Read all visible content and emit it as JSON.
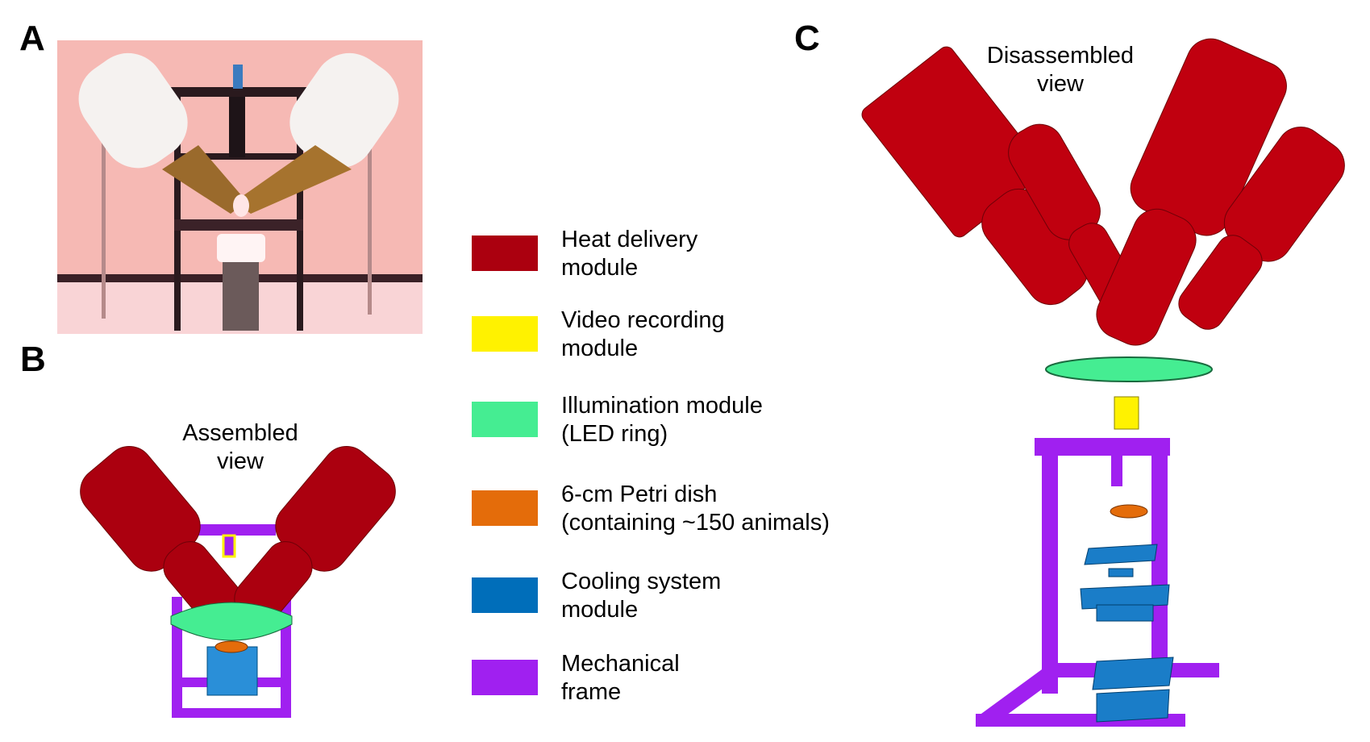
{
  "figure": {
    "panels": {
      "a": {
        "letter": "A",
        "content": "photograph of the assembled apparatus"
      },
      "b": {
        "letter": "B",
        "title_line1": "Assembled",
        "title_line2": "view"
      },
      "c": {
        "letter": "C",
        "title_line1": "Disassembled",
        "title_line2": "view"
      }
    },
    "legend": [
      {
        "key": "heat",
        "line1": "Heat delivery",
        "line2": "module",
        "color": "#AB000F"
      },
      {
        "key": "video",
        "line1": "Video recording",
        "line2": "module",
        "color": "#FFF200"
      },
      {
        "key": "illumination",
        "line1": "Illumination module",
        "line2": "(LED ring)",
        "color": "#45ED92"
      },
      {
        "key": "petri",
        "line1": "6-cm Petri dish",
        "line2": "(containing ~150 animals)",
        "color": "#E46C0A"
      },
      {
        "key": "cooling",
        "line1": "Cooling system",
        "line2": "module",
        "color": "#006EBA"
      },
      {
        "key": "frame",
        "line1": "Mechanical",
        "line2": "frame",
        "color": "#A020F0"
      }
    ]
  }
}
